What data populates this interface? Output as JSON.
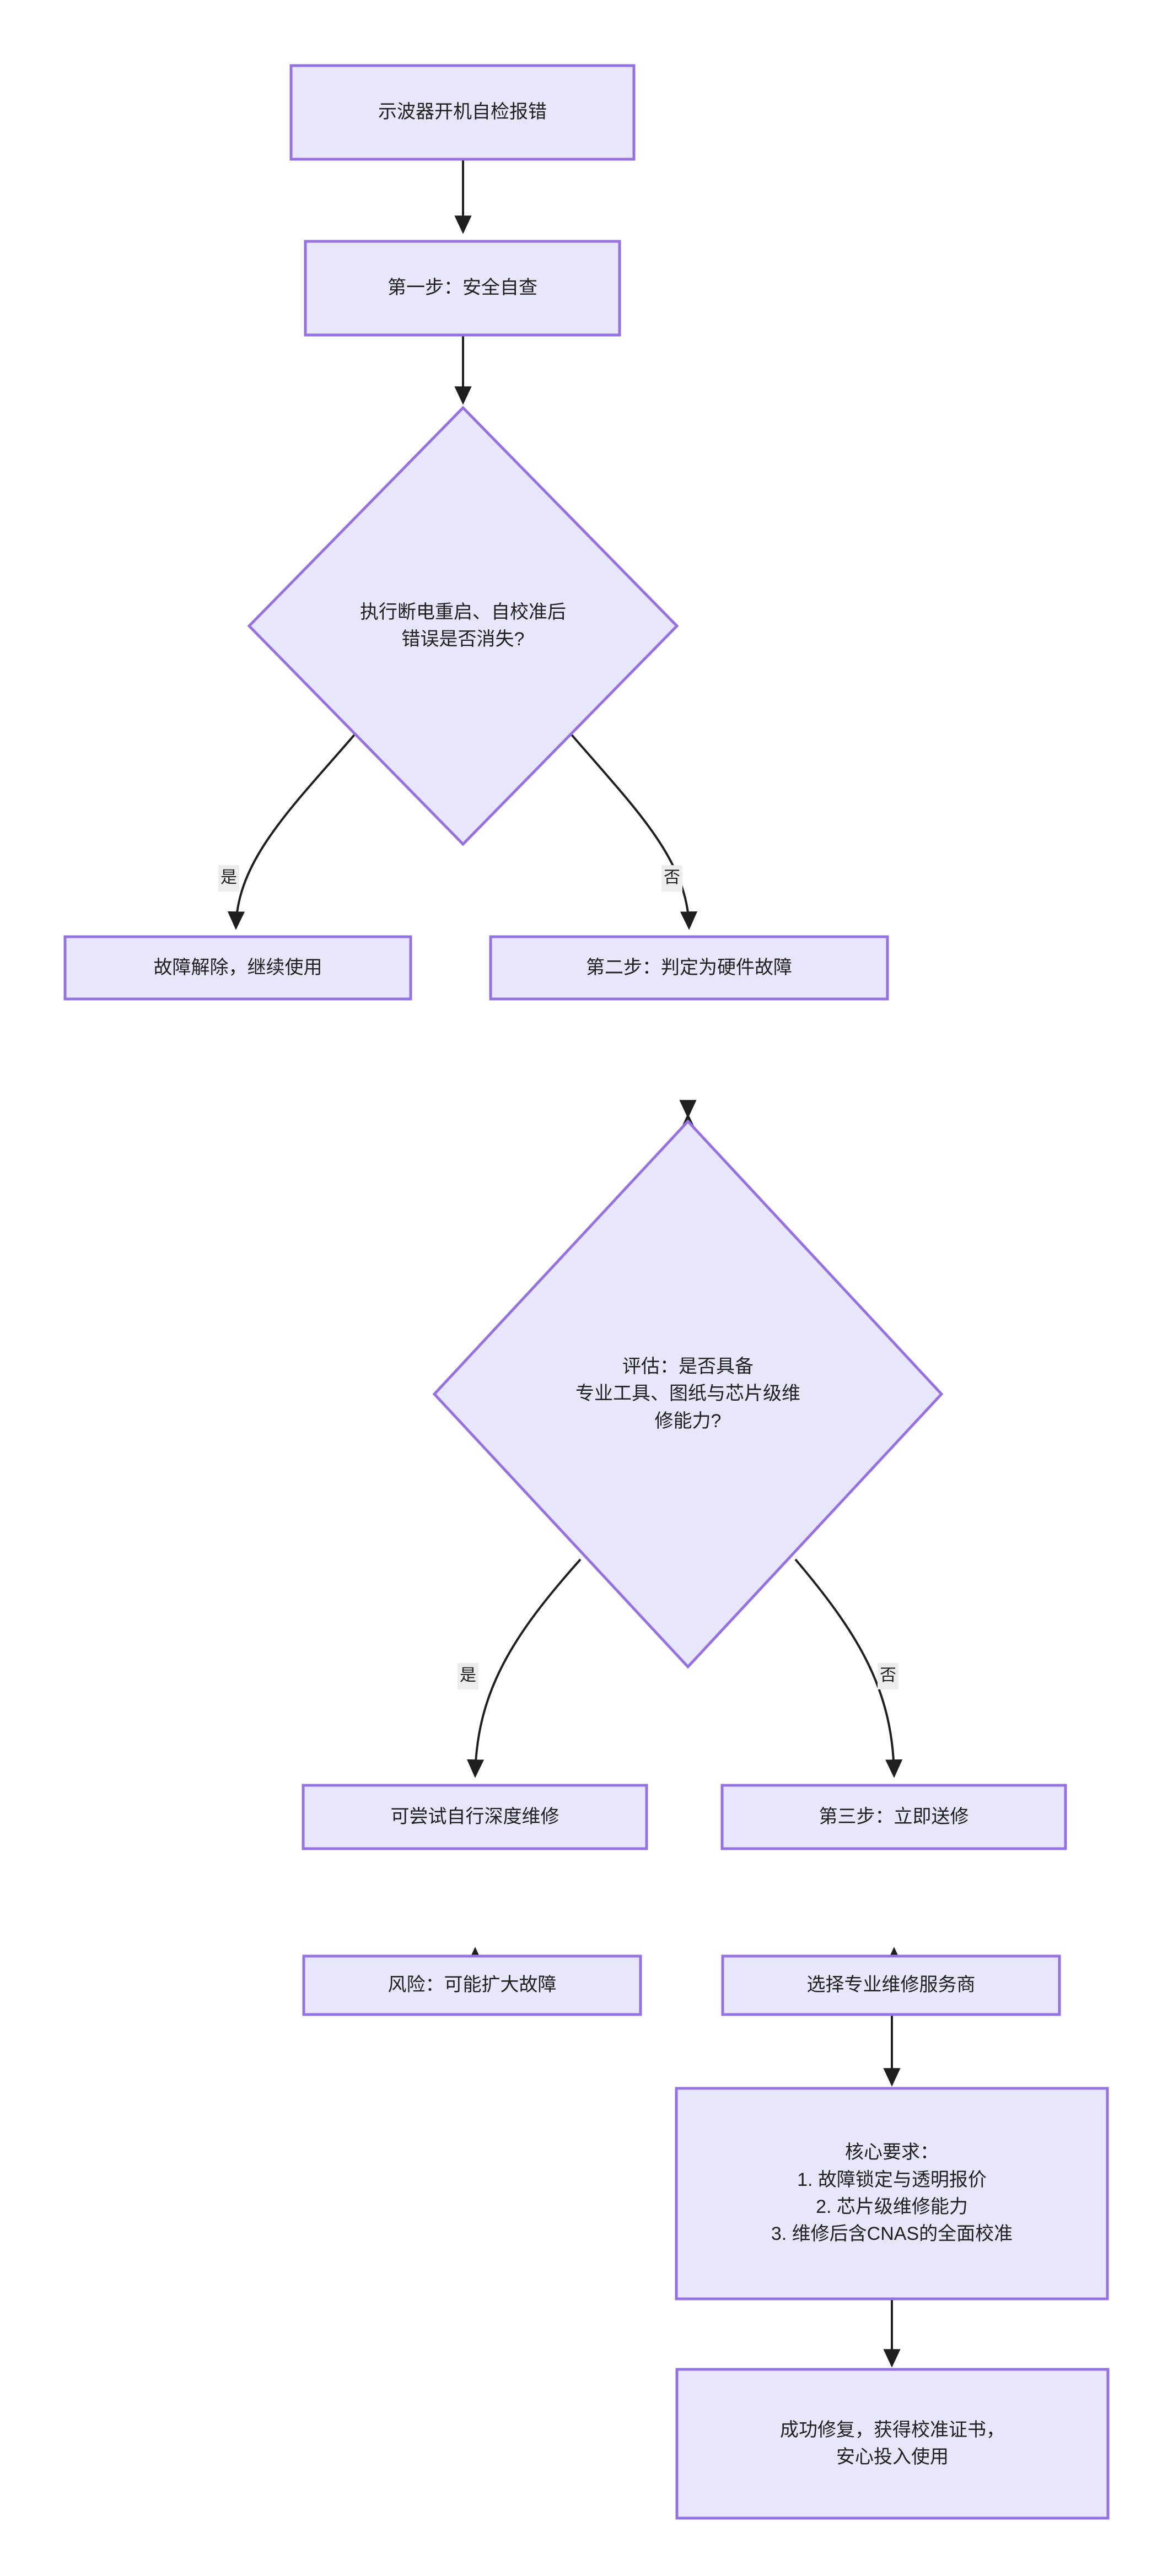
{
  "diagram": {
    "type": "flowchart",
    "orientation": "top-down",
    "colors": {
      "node_fill": "#e8e6fb",
      "node_border": "#9672e0",
      "edge_stroke": "#1f1f1f",
      "edge_label_bg": "#ededed",
      "text": "#1f1f1f",
      "background": "#ffffff"
    },
    "nodes": [
      {
        "id": "n1",
        "shape": "rect",
        "text": "示波器开机自检报错"
      },
      {
        "id": "n2",
        "shape": "rect",
        "text": "第一步：安全自查"
      },
      {
        "id": "n3",
        "shape": "diamond",
        "line1": "执行断电重启、自校准后",
        "line2": "错误是否消失?"
      },
      {
        "id": "n4",
        "shape": "rect",
        "text": "故障解除，继续使用"
      },
      {
        "id": "n5",
        "shape": "rect",
        "text": "第二步：判定为硬件故障"
      },
      {
        "id": "n6",
        "shape": "diamond",
        "line1": "评估：是否具备",
        "line2": "专业工具、图纸与芯片级维",
        "line3": "修能力?"
      },
      {
        "id": "n7",
        "shape": "rect",
        "text": "可尝试自行深度维修"
      },
      {
        "id": "n8",
        "shape": "rect",
        "text": "第三步：立即送修"
      },
      {
        "id": "n9",
        "shape": "rect",
        "text": "风险：可能扩大故障"
      },
      {
        "id": "n10",
        "shape": "rect",
        "text": "选择专业维修服务商"
      },
      {
        "id": "n11",
        "shape": "rect",
        "line1": "核心要求：",
        "line2": "1. 故障锁定与透明报价",
        "line3": "2. 芯片级维修能力",
        "line4": "3. 维修后含CNAS的全面校准"
      },
      {
        "id": "n12",
        "shape": "rect",
        "line1": "成功修复，获得校准证书，",
        "line2": "安心投入使用"
      }
    ],
    "edges": [
      {
        "from": "n1",
        "to": "n2",
        "label": ""
      },
      {
        "from": "n2",
        "to": "n3",
        "label": ""
      },
      {
        "from": "n3",
        "to": "n4",
        "label": "是"
      },
      {
        "from": "n3",
        "to": "n5",
        "label": "否"
      },
      {
        "from": "n5",
        "to": "n6",
        "label": ""
      },
      {
        "from": "n6",
        "to": "n7",
        "label": "是"
      },
      {
        "from": "n6",
        "to": "n8",
        "label": "否"
      },
      {
        "from": "n7",
        "to": "n9",
        "label": ""
      },
      {
        "from": "n8",
        "to": "n10",
        "label": ""
      },
      {
        "from": "n10",
        "to": "n11",
        "label": ""
      },
      {
        "from": "n11",
        "to": "n12",
        "label": ""
      }
    ],
    "edge_labels": {
      "yes1": "是",
      "no1": "否",
      "yes2": "是",
      "no2": "否"
    }
  }
}
